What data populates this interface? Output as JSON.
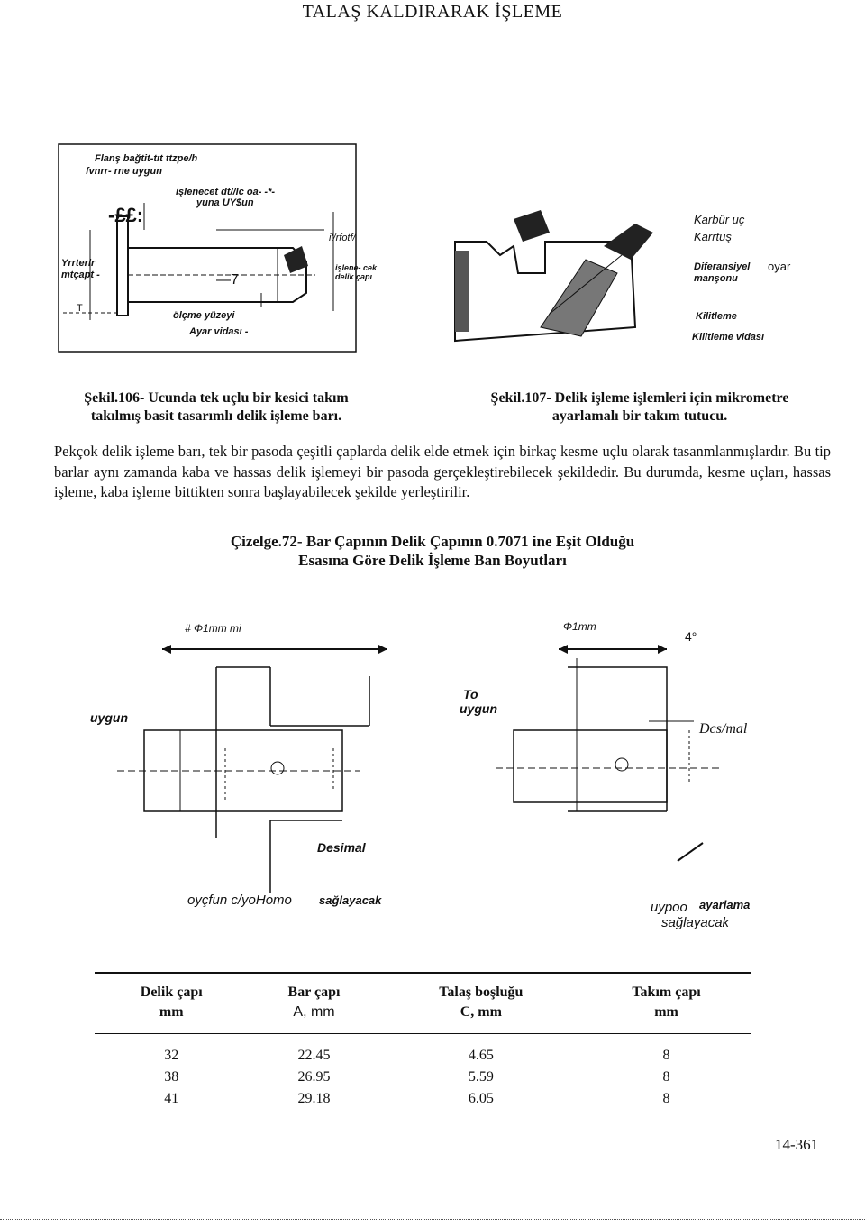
{
  "header": {
    "title": "TALAŞ KALDIRARAK İŞLEME"
  },
  "figure106": {
    "caption_line1": "Şekil.106- Ucunda tek uçlu bir kesici takım",
    "caption_line2": "takılmış basit tasarımlı delik işleme barı.",
    "labels": {
      "l1": "Flanş bağtit-tıt ttzpe/h",
      "l2": "fvnrr- rne uygun",
      "l3": "işlenecet dt//lc oa- -*-",
      "l4": "yuna UY$un",
      "l5": "-££:",
      "l6": "i'/rfotf/",
      "l7": "Yrrterlr",
      "l8": "mtçapt -",
      "l9": "—7",
      "l10": "işlene- cek delik çapı",
      "l11": "T",
      "l12": "ölçme yüzeyi",
      "l13": "Ayar vidası -"
    }
  },
  "figure107": {
    "caption_line1": "Şekil.107- Delik işleme işlemleri için mikrometre",
    "caption_line2": "ayarlamalı bir takım tutucu.",
    "labels": {
      "karbur": "Karbür uç",
      "karrtus": "Karrtuş",
      "diferansiyel": "Diferansiyel manşonu",
      "oyar": "oyar",
      "kilitleme": "Kilitleme",
      "kilitleme_vidasi": "Kilitleme vidası"
    }
  },
  "paragraph": "Pekçok delik işleme barı, tek bir pasoda çeşitli çaplarda delik elde etmek için birkaç kesme uçlu olarak tasanmlanmışlardır. Bu tip barlar aynı zamanda kaba ve hassas delik işlemeyi bir pasoda gerçekleştirebilecek şekildedir. Bu durumda, kesme uçları, hassas işleme, kaba işleme bittikten sonra başlayabilecek şekilde yerleştirilir.",
  "table_caption": {
    "line1": "Çizelge.72- Bar Çapının Delik Çapının 0.7071 ine Eşit Olduğu",
    "line2": "Esasına Göre Delik İşleme Ban Boyutları"
  },
  "figure_lower": {
    "left": {
      "top_dim": "# Φ1mm mi",
      "uygun": "uygun",
      "desimal": "Desimal",
      "bottom1": "oyçfun c/yoHomo",
      "bottom2": "sağlayacak"
    },
    "right": {
      "top_dim": "Φ1mm",
      "angle": "4°",
      "to": "To",
      "uygun": "uygun",
      "desimal": "Dcs/mal",
      "bottom1": "uypoo",
      "bottom2": "ayarlama",
      "bottom3": "sağlayacak"
    }
  },
  "table": {
    "headers": [
      {
        "line1": "Delik çapı",
        "line2": "mm"
      },
      {
        "line1": "Bar çapı",
        "line2": "A, mm"
      },
      {
        "line1": "Talaş boşluğu",
        "line2": "C, mm"
      },
      {
        "line1": "Takım çapı",
        "line2": "mm"
      }
    ],
    "rows": [
      [
        "32",
        "22.45",
        "4.65",
        "8"
      ],
      [
        "38",
        "26.95",
        "5.59",
        "8"
      ],
      [
        "41",
        "29.18",
        "6.05",
        "8"
      ]
    ]
  },
  "page_number": "14-361"
}
